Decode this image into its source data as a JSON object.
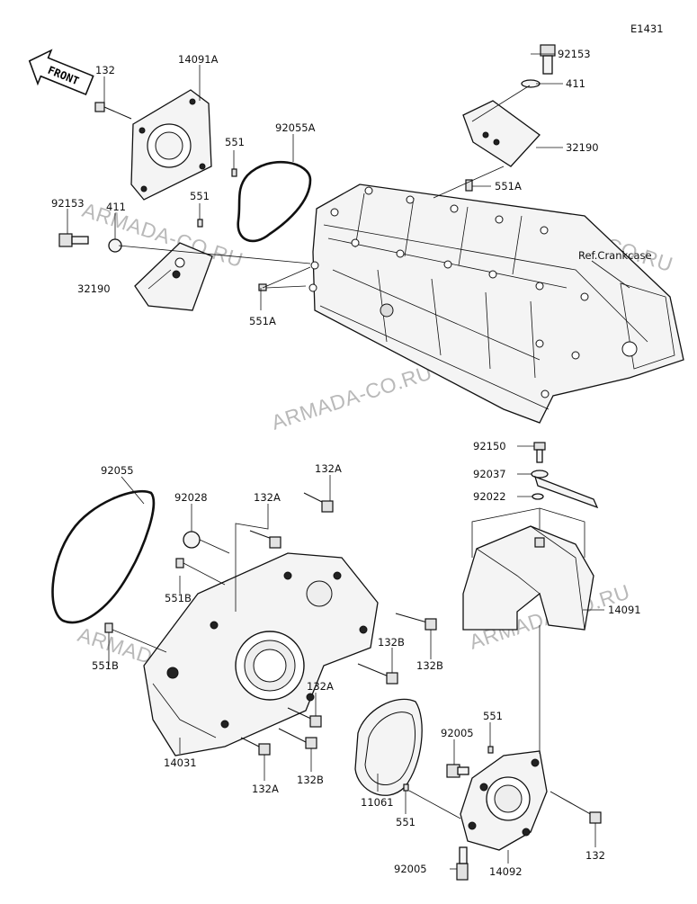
{
  "diagram": {
    "code": "E1431",
    "front": "FRONT",
    "reference": "Ref.Crankcase",
    "watermark": "ARMADA-CO.RU",
    "parts": {
      "p132_top": "132",
      "p14091A": "14091A",
      "p92153_top": "92153",
      "p411_top": "411",
      "p32190_top": "32190",
      "p551_a": "551",
      "p92055A": "92055A",
      "p551_b": "551",
      "p551A_top": "551A",
      "p92153_left": "92153",
      "p411_left": "411",
      "p32190_left": "32190",
      "p551A_left": "551A",
      "p92150": "92150",
      "p92037": "92037",
      "p92022": "92022",
      "p92055": "92055",
      "p132A_1": "132A",
      "p92028": "92028",
      "p132A_2": "132A",
      "p551B_1": "551B",
      "p14091": "14091",
      "p551B_2": "551B",
      "p132B_1": "132B",
      "p132B_2": "132B",
      "p132A_3": "132A",
      "p14031": "14031",
      "p132A_4": "132A",
      "p132B_3": "132B",
      "p551_c": "551",
      "p92005_1": "92005",
      "p11061": "11061",
      "p551_d": "551",
      "p132_bot": "132",
      "p92005_2": "92005",
      "p14092": "14092"
    }
  }
}
